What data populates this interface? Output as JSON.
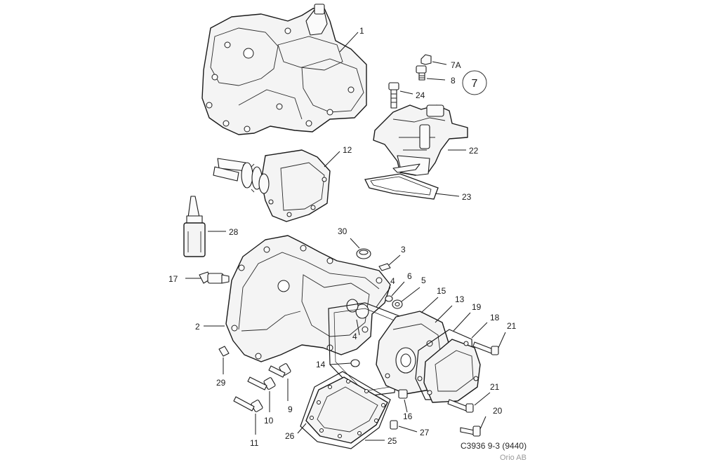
{
  "diagram": {
    "group_badge": "7",
    "callouts": {
      "c1": "1",
      "c7a": "7A",
      "c8": "8",
      "c24": "24",
      "c22": "22",
      "c12": "12",
      "c23": "23",
      "c28": "28",
      "c30": "30",
      "c3": "3",
      "c17": "17",
      "c6": "6",
      "c4a": "4",
      "c5": "5",
      "c15": "15",
      "c13": "13",
      "c19": "19",
      "c18": "18",
      "c21a": "21",
      "c2": "2",
      "c4b": "4",
      "c14": "14",
      "c29": "29",
      "c9": "9",
      "c10": "10",
      "c11": "11",
      "c16": "16",
      "c21b": "21",
      "c20": "20",
      "c26": "26",
      "c27": "27",
      "c25": "25"
    },
    "footer": {
      "code": "C3936 9-3 (9440)",
      "owner": "Orio AB"
    }
  }
}
